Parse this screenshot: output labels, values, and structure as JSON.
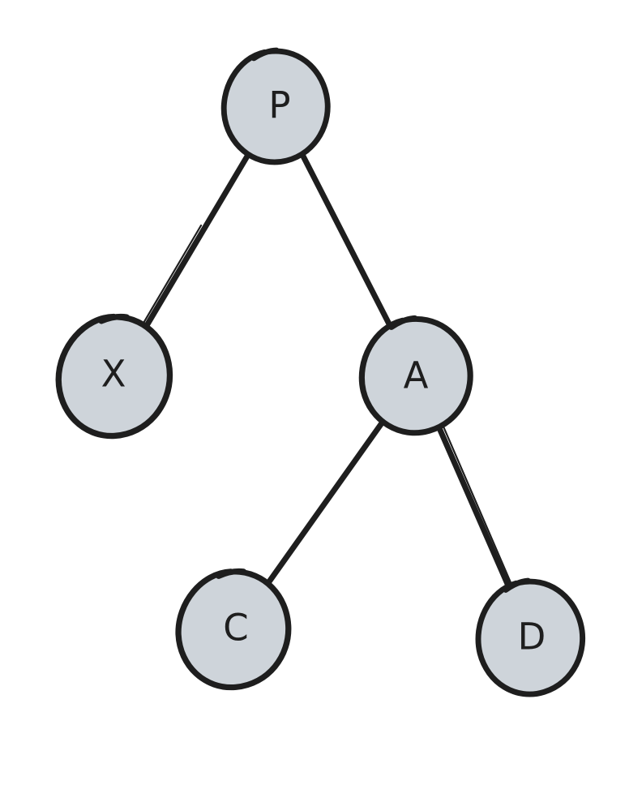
{
  "canvas": {
    "background": "#ffffff",
    "ink_color": "#1e1e1e",
    "node_fill": "#ced4da",
    "label_color": "#1e1e1e",
    "style": "hand-drawn-sketch"
  },
  "diagram": {
    "type": "tree",
    "nodes": [
      {
        "id": "P",
        "label": "P",
        "role": "root"
      },
      {
        "id": "X",
        "label": "X",
        "role": "left-child-of-P"
      },
      {
        "id": "A",
        "label": "A",
        "role": "right-child-of-P"
      },
      {
        "id": "C",
        "label": "C",
        "role": "left-child-of-A"
      },
      {
        "id": "D",
        "label": "D",
        "role": "right-child-of-A"
      }
    ],
    "edges": [
      {
        "from": "P",
        "to": "X"
      },
      {
        "from": "P",
        "to": "A"
      },
      {
        "from": "A",
        "to": "C"
      },
      {
        "from": "A",
        "to": "D"
      }
    ]
  }
}
